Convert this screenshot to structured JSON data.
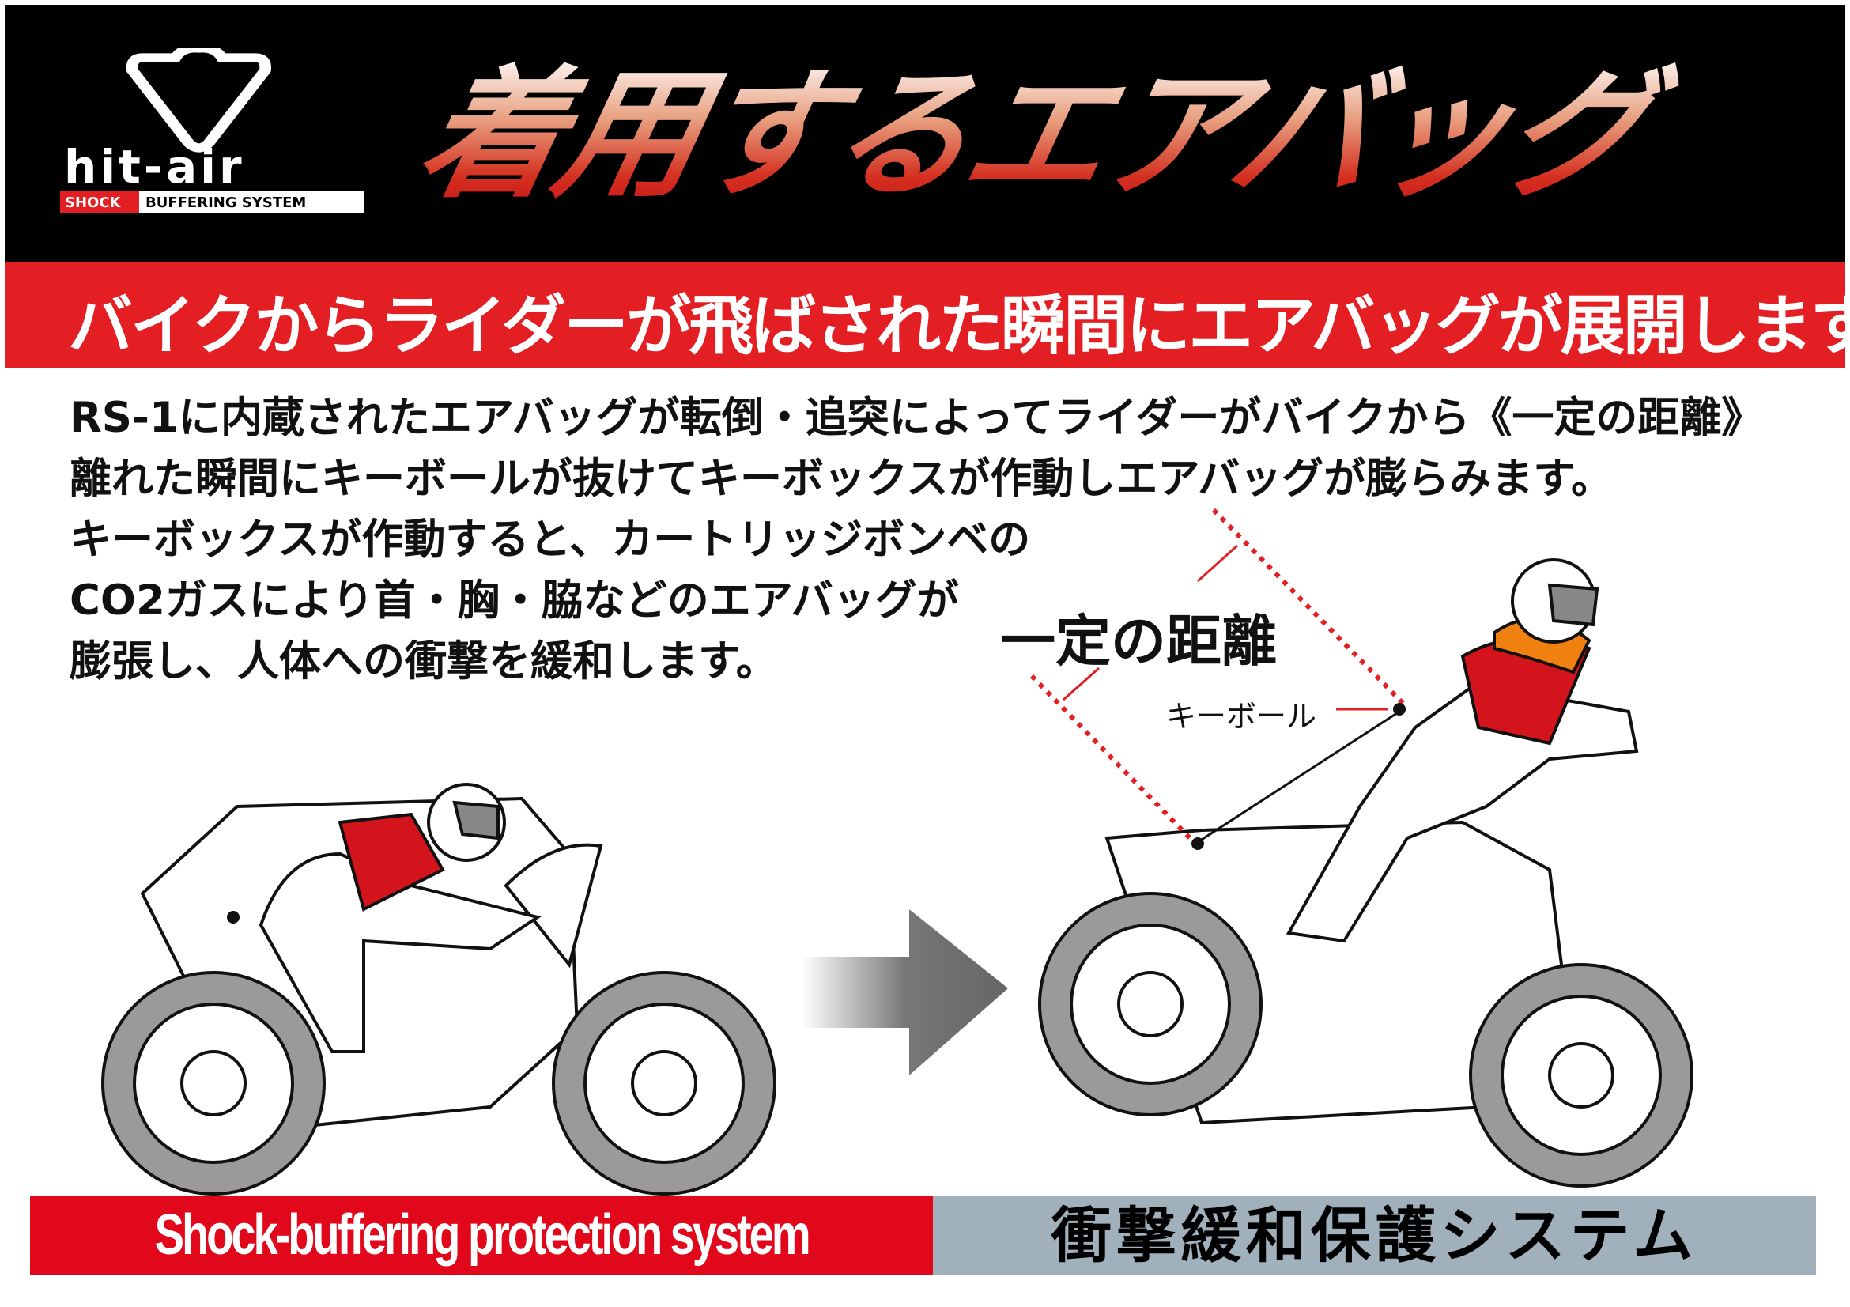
{
  "logo": {
    "brand": "hit-air",
    "tagline_red": "SHOCK",
    "tagline": "BUFFERING SYSTEM"
  },
  "title": "着用するエアバッグ",
  "banner": "バイクからライダーが飛ばされた瞬間にエアバッグが展開します",
  "body_lines": [
    "RS-1に内蔵されたエアバッグが転倒・追突によってライダーがバイクから《一定の距離》",
    "離れた瞬間にキーボールが抜けてキーボックスが作動しエアバッグが膨らみます。",
    "キーボックスが作動すると、カートリッジボンベの",
    "CO2ガスにより首・胸・脇などのエアバッグが",
    "膨張し、人体への衝撃を緩和します。"
  ],
  "diagram": {
    "distance_label": "一定の距離",
    "keyball_label": "キーボール"
  },
  "footer": {
    "english": "Shock-buffering protection system",
    "japanese": "衝撃緩和保護システム"
  },
  "colors": {
    "red": "#e31f24",
    "black": "#000000",
    "gray": "#a0b1bc",
    "airbag": "#f08010"
  }
}
